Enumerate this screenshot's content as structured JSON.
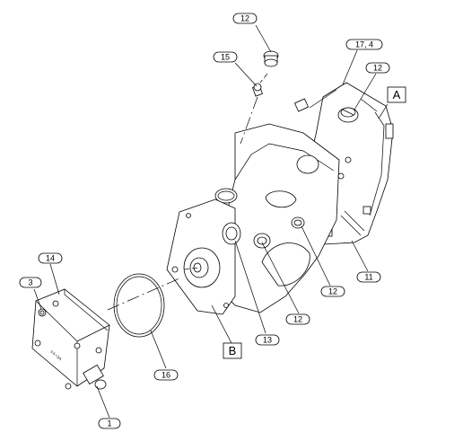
{
  "callouts": {
    "c12_top": "12",
    "c15": "15",
    "c17_4": "17, 4",
    "c12_right": "12",
    "c14": "14",
    "c3": "3",
    "c16": "16",
    "c1": "1",
    "c13": "13",
    "c12_bottom": "12",
    "c12_mid": "12",
    "c11": "11"
  },
  "view_labels": {
    "a": "A",
    "b": "B"
  }
}
